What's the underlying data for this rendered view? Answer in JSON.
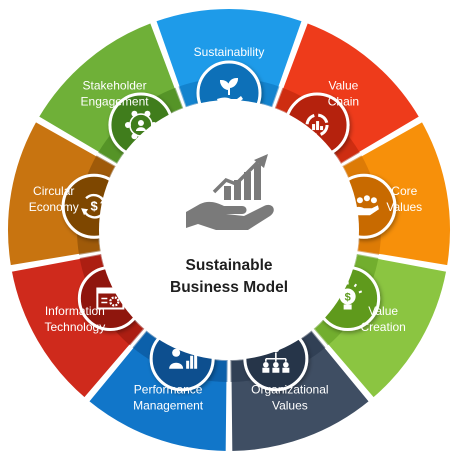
{
  "center": {
    "title_lines": [
      "Sustainable",
      "Business Model"
    ],
    "icon": "hand-growth-chart-icon"
  },
  "segments": [
    {
      "label_lines": [
        "Sustainability"
      ],
      "color": "#1e9be9",
      "dark": "#0b6fb8",
      "icon": "hand-plant-icon"
    },
    {
      "label_lines": [
        "Value",
        "Chain"
      ],
      "color": "#ee3b1b",
      "dark": "#b52209",
      "icon": "cycle-chart-icon"
    },
    {
      "label_lines": [
        "Core",
        "Values"
      ],
      "color": "#f7900a",
      "dark": "#c86a04",
      "icon": "hand-people-icon"
    },
    {
      "label_lines": [
        "Value",
        "Creation"
      ],
      "color": "#8bc541",
      "dark": "#5e9a1f",
      "icon": "lightbulb-dollar-icon"
    },
    {
      "label_lines": [
        "Organizational",
        "Values"
      ],
      "color": "#3f4e63",
      "dark": "#26344a",
      "icon": "team-hierarchy-icon"
    },
    {
      "label_lines": [
        "Performance",
        "Management"
      ],
      "color": "#1176c9",
      "dark": "#0a4f8f",
      "icon": "person-performance-chart-icon"
    },
    {
      "label_lines": [
        "Information",
        "Technology"
      ],
      "color": "#cf2a1c",
      "dark": "#8f140b",
      "icon": "browser-gear-icon"
    },
    {
      "label_lines": [
        "Circular",
        "Economy"
      ],
      "color": "#c87410",
      "dark": "#7e4604",
      "icon": "dollar-cycle-icon"
    },
    {
      "label_lines": [
        "Stakeholder",
        "Engagement"
      ],
      "color": "#6fb038",
      "dark": "#3f7d1a",
      "icon": "network-people-icon"
    }
  ]
}
